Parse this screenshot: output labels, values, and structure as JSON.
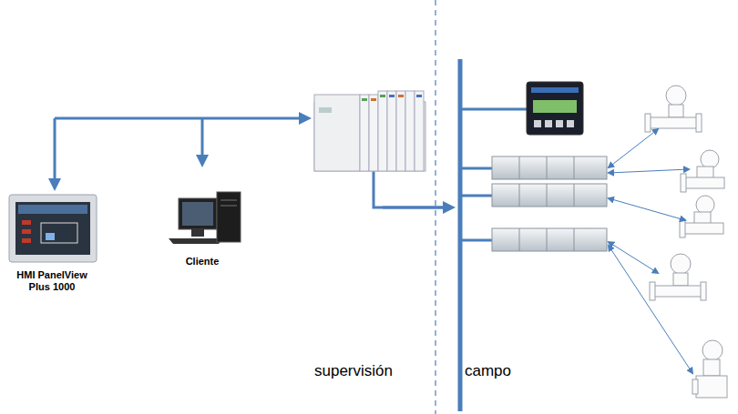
{
  "diagram": {
    "nodes": [
      {
        "text": [
          "HMI PanelView Plus 1000"
        ]
      },
      {
        "text": [
          "Cliente"
        ]
      }
    ],
    "labels": [
      "supervisión",
      "campo"
    ]
  }
}
